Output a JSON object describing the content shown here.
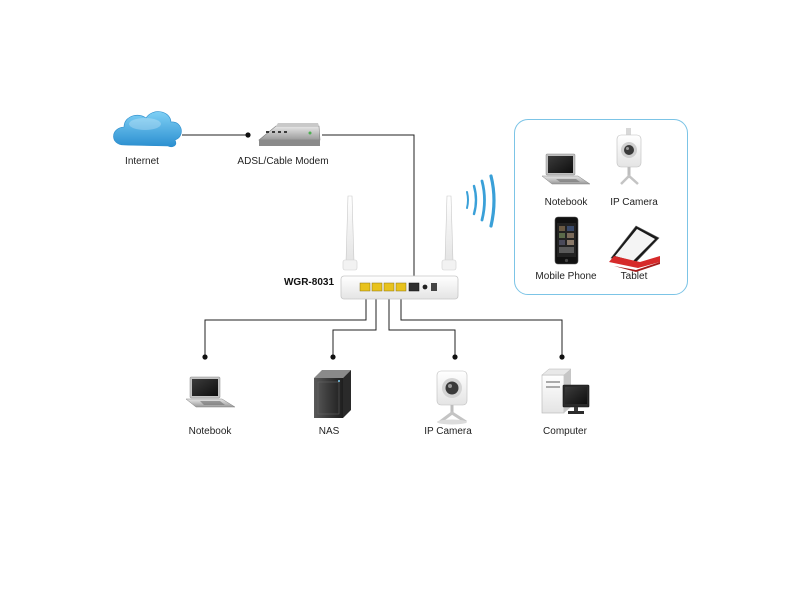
{
  "diagram": {
    "internet_label": "Internet",
    "modem_label": "ADSL/Cable Modem",
    "router_label": "WGR-8031",
    "wireless_clients": {
      "notebook_label": "Notebook",
      "ip_camera_label": "IP Camera",
      "mobile_phone_label": "Mobile Phone",
      "tablet_label": "Tablet"
    },
    "wired_clients": {
      "notebook_label": "Notebook",
      "nas_label": "NAS",
      "ip_camera_label": "IP Camera",
      "computer_label": "Computer"
    },
    "colors": {
      "cloud": "#3ea8df",
      "wireless_box_border": "#7cc4e6",
      "wifi_waves": "#3aa0d8",
      "lan_ports": "#e8c21c",
      "lines": "#222222"
    },
    "icons": [
      "cloud-icon",
      "modem-icon",
      "router-icon",
      "wifi-signal-icon",
      "notebook-icon",
      "ip-camera-icon",
      "mobile-phone-icon",
      "tablet-icon",
      "nas-icon",
      "computer-icon"
    ]
  }
}
